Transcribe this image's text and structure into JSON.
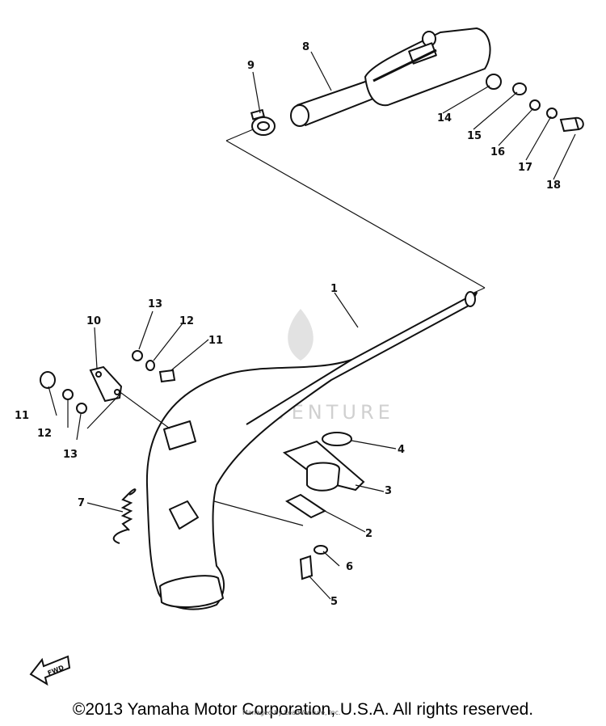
{
  "callouts": {
    "c1": "1",
    "c2": "2",
    "c3": "3",
    "c4": "4",
    "c5": "5",
    "c6": "6",
    "c7": "7",
    "c8": "8",
    "c9": "9",
    "c10": "10",
    "c11a": "11",
    "c11b": "11",
    "c12a": "12",
    "c12b": "12",
    "c13a": "13",
    "c13b": "13",
    "c14": "14",
    "c15": "15",
    "c16": "16",
    "c17": "17",
    "c18": "18"
  },
  "fwd_label": "FWD",
  "watermark": "LEADVENTURE",
  "copyright": "©2013 Yamaha Motor Corporation, U.S.A. All rights reserved.",
  "copyright_sub": "Managed by LeadVenture, Inc.",
  "colors": {
    "ink": "#111111",
    "watermark": "#d0d0d0",
    "background": "#ffffff"
  }
}
